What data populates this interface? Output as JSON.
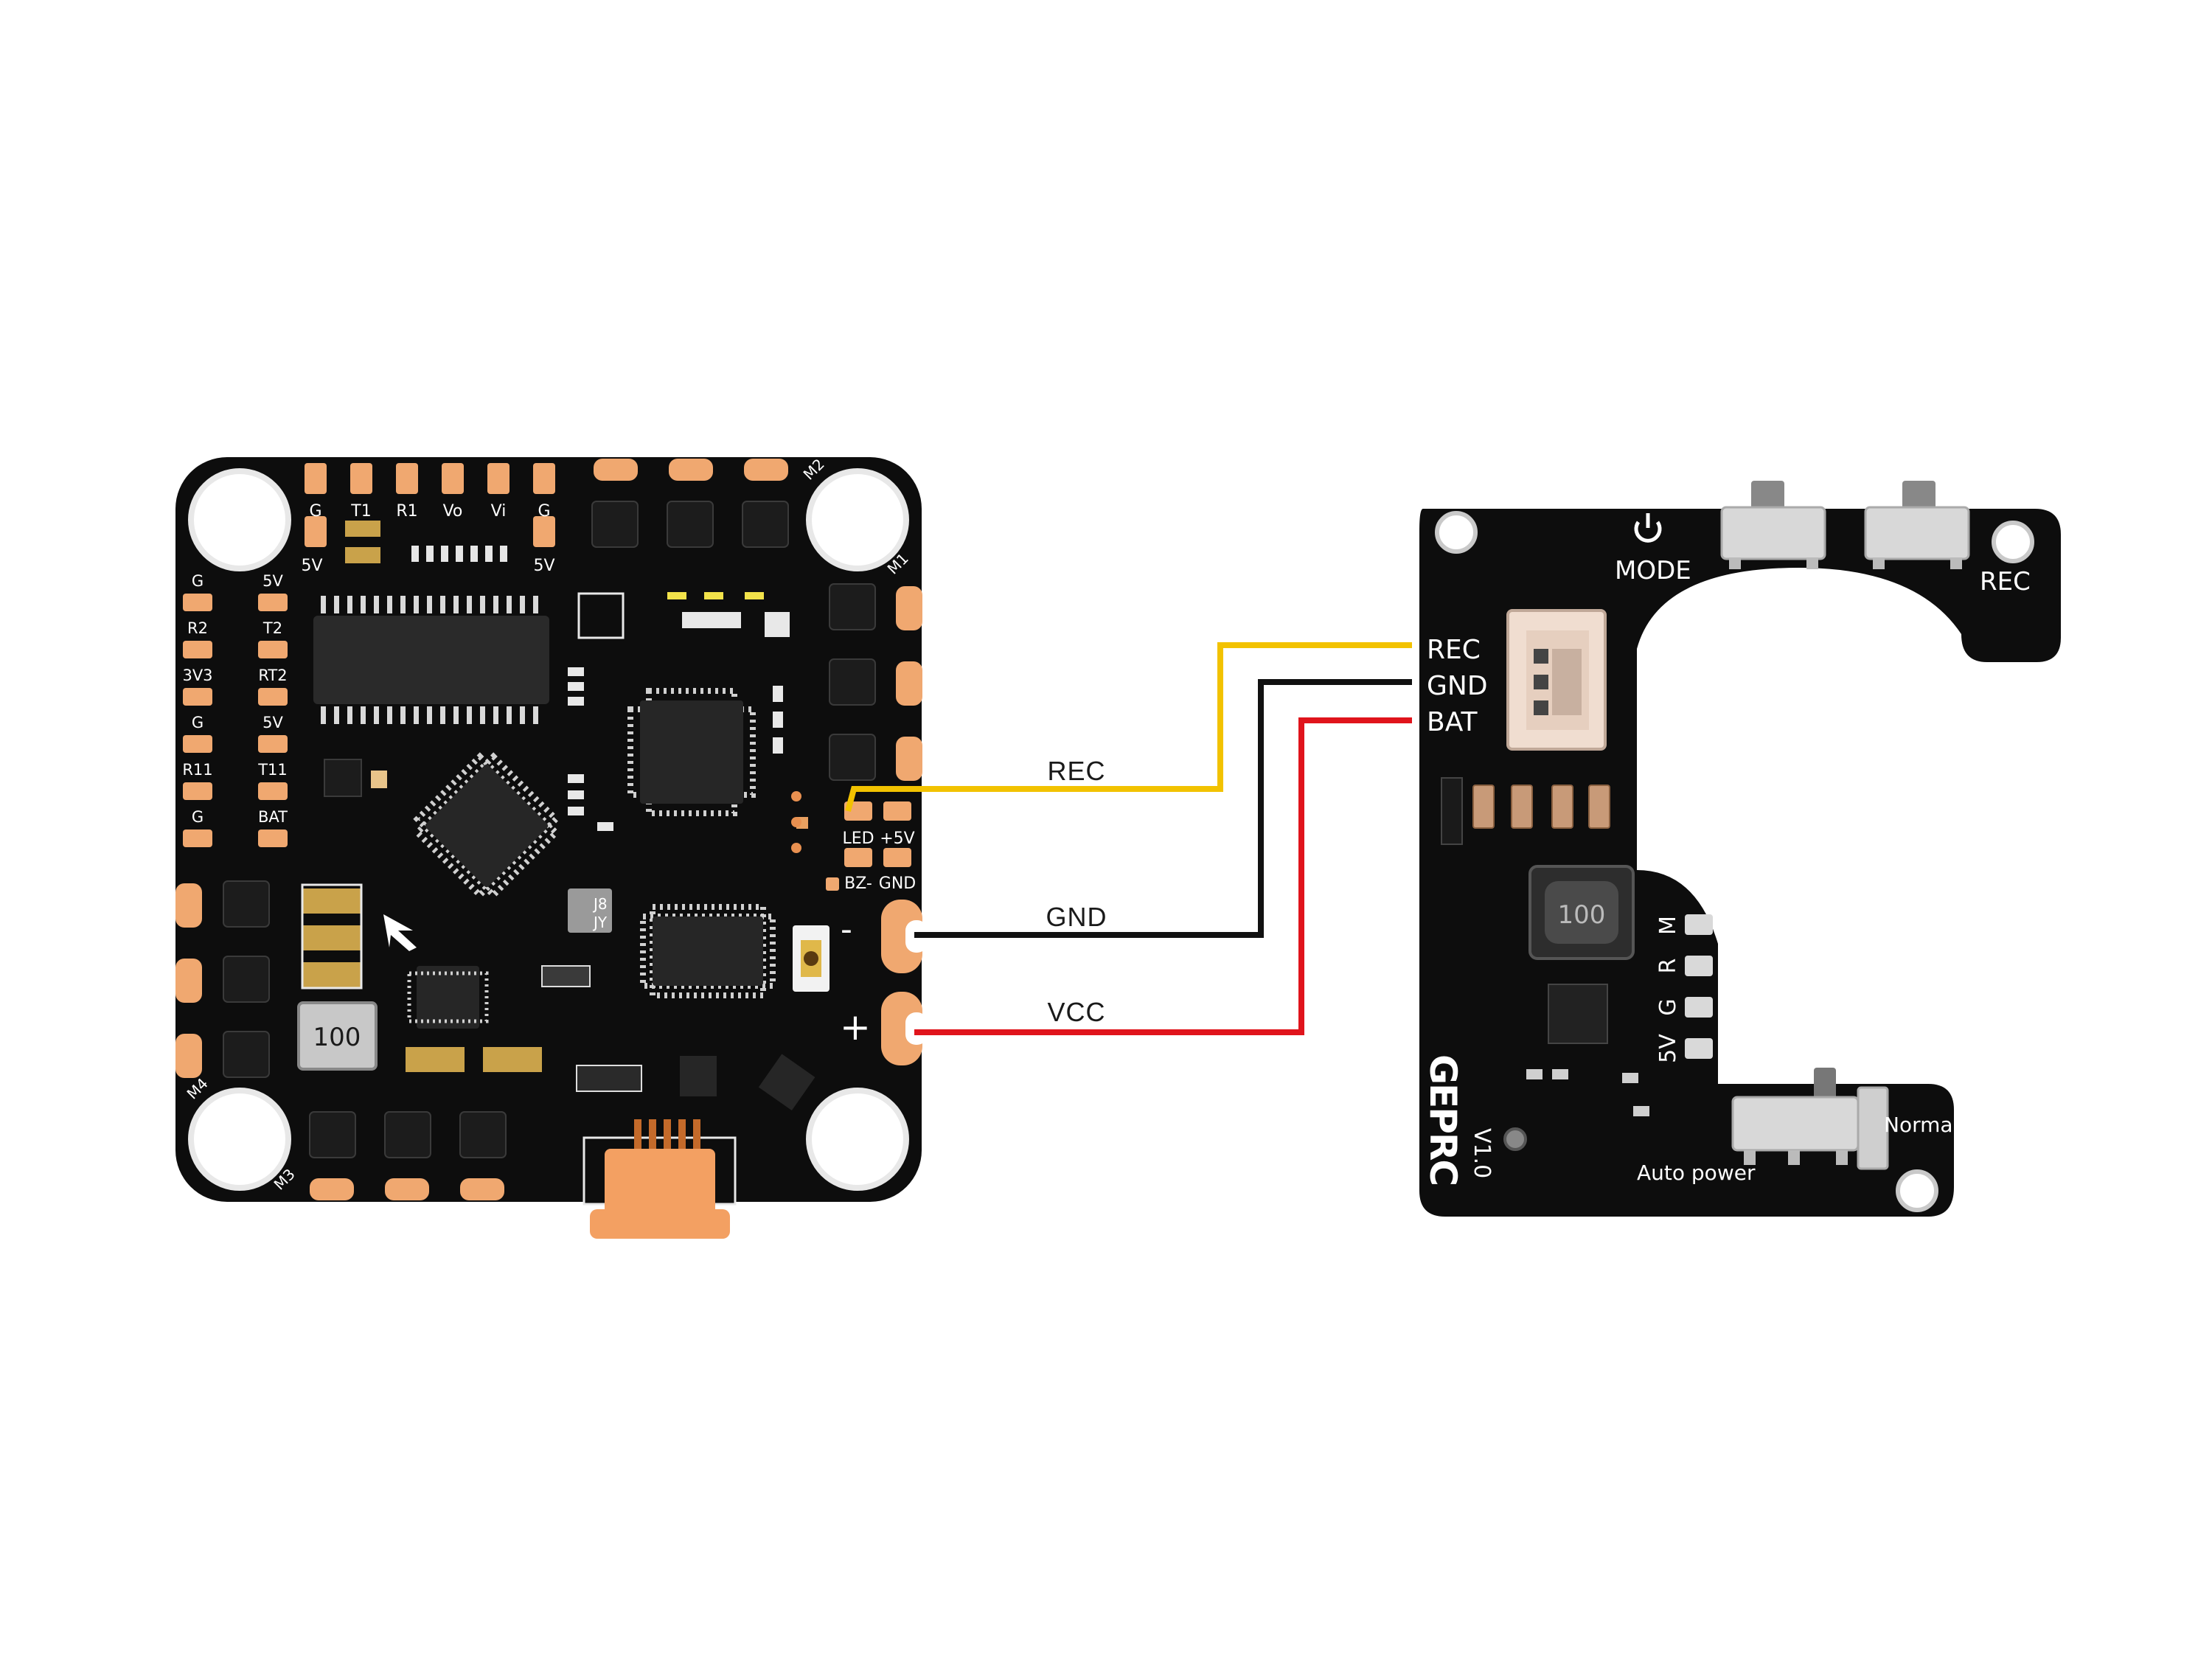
{
  "flight_controller": {
    "top_pads": [
      "G",
      "T1",
      "R1",
      "Vo",
      "Vi",
      "G"
    ],
    "top_sub": [
      "5V",
      "5V"
    ],
    "left_col": [
      "G",
      "R2",
      "3V3",
      "G",
      "R11",
      "G"
    ],
    "right_col": [
      "5V",
      "T2",
      "RT2",
      "5V",
      "T11",
      "BAT"
    ],
    "motor_labels": [
      "M1",
      "M2",
      "M3",
      "M4"
    ],
    "right_pads": [
      "LED",
      "+5V",
      "BZ-",
      "GND"
    ],
    "minus": "-",
    "plus": "+",
    "inductor": "100",
    "marks": [
      "J8",
      "JY"
    ]
  },
  "wires": {
    "rec": {
      "label": "REC",
      "color": "#f2c200"
    },
    "gnd": {
      "label": "GND",
      "color": "#111111"
    },
    "vcc": {
      "label": "VCC",
      "color": "#e0141c"
    }
  },
  "module": {
    "pins": [
      "REC",
      "GND",
      "BAT"
    ],
    "mode_label": "MODE",
    "rec_label": "REC",
    "inductor": "100",
    "pads": [
      "M",
      "R",
      "G",
      "5V"
    ],
    "brand": "GEPRC",
    "version": "V1.0",
    "normal_label": "Normal",
    "auto_label": "Auto power"
  }
}
